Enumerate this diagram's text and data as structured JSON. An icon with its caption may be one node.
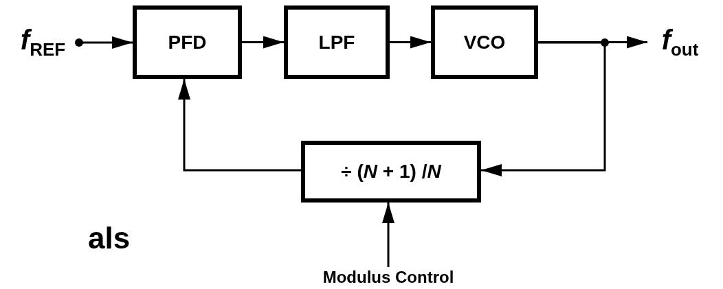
{
  "diagram": {
    "nodes": [
      {
        "text": [
          "*f*$_{REF}$"
        ]
      },
      {
        "text": [
          "PFD"
        ]
      },
      {
        "text": [
          "LPF"
        ]
      },
      {
        "text": [
          "VCO"
        ]
      },
      {
        "text": [
          "*f*$_{out}$"
        ]
      },
      {
        "text": [
          "÷ (*N* + 1) /*N*"
        ]
      },
      {
        "text": [
          "Modulus Control"
        ]
      }
    ],
    "edges": [
      {
        "from": 0,
        "to": 1,
        "arrow": "to"
      },
      {
        "from": 1,
        "to": 2,
        "arrow": "to"
      },
      {
        "from": 2,
        "to": 3,
        "arrow": "to"
      },
      {
        "from": 3,
        "to": 4,
        "arrow": "to"
      },
      {
        "from": 3,
        "to": 5,
        "arrow": "to"
      },
      {
        "from": 5,
        "to": 1,
        "arrow": "to"
      },
      {
        "from": 6,
        "to": 5,
        "arrow": "to"
      }
    ],
    "labels": [
      "als"
    ]
  }
}
